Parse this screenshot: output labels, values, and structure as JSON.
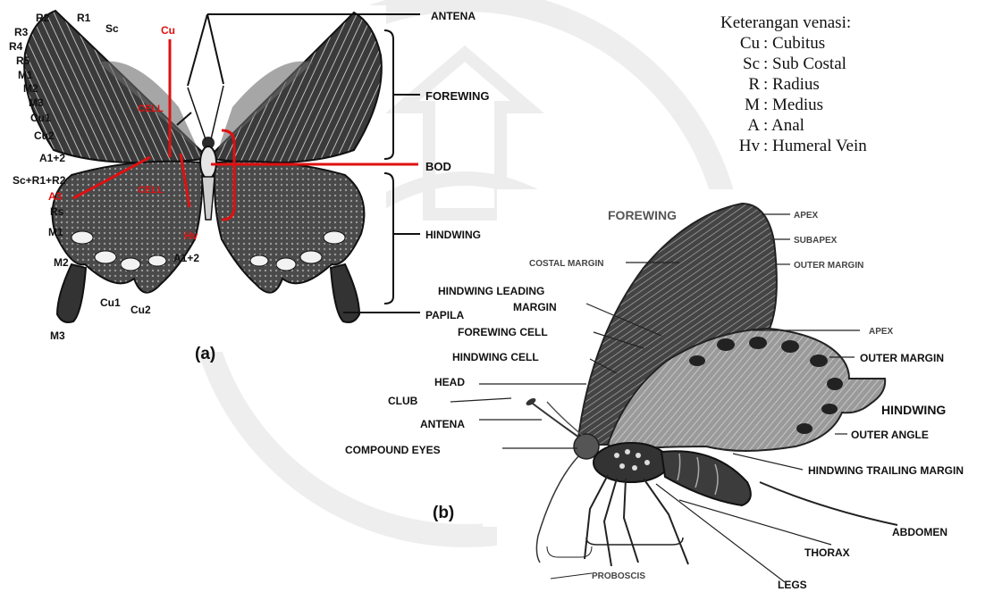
{
  "panel_a": {
    "caption": "(a)",
    "venation_left": [
      "R2",
      "R1",
      "Sc",
      "R3",
      "R4",
      "R5",
      "M1",
      "M2",
      "M3",
      "Cu1",
      "Cu2",
      "A1+2",
      "Sc+R1+R2",
      "A3",
      "Rs",
      "M1",
      "M2",
      "Cu1",
      "Cu2",
      "M3",
      "A1+2"
    ],
    "cu_label": "Cu",
    "cell_fore": "CELL",
    "cell_hind": "CELL",
    "hv_label": "Hv",
    "parts": {
      "antena": "ANTENA",
      "forewing": "FOREWING",
      "body": "BOD",
      "hindwing": "HINDWING",
      "papila": "PAPILA"
    }
  },
  "legend": {
    "title": "Keterangan venasi:",
    "items": [
      {
        "code": "Cu",
        "name": ": Cubitus"
      },
      {
        "code": "Sc",
        "name": ": Sub Costal"
      },
      {
        "code": "R",
        "name": ": Radius"
      },
      {
        "code": "M",
        "name": ": Medius"
      },
      {
        "code": "A",
        "name": ": Anal"
      },
      {
        "code": "Hv",
        "name": ": Humeral Vein"
      }
    ]
  },
  "panel_b": {
    "caption": "(b)",
    "forewing": "FOREWING",
    "apex": "APEX",
    "subapex": "SUBAPEX",
    "outer_margin": "OUTER MARGIN",
    "costal_margin": "COSTAL MARGIN",
    "hindwing_leading_1": "HINDWING LEADING",
    "hindwing_leading_2": "MARGIN",
    "forewing_cell": "FOREWING CELL",
    "apex2": "APEX",
    "outer_margin2": "OUTER MARGIN",
    "hindwing_cell": "HINDWING CELL",
    "head": "HEAD",
    "club": "CLUB",
    "hindwing": "HINDWING",
    "antena": "ANTENA",
    "outer_angle": "OUTER ANGLE",
    "compound_eyes": "COMPOUND EYES",
    "hindwing_trailing": "HINDWING TRAILING MARGIN",
    "abdomen": "ABDOMEN",
    "thorax": "THORAX",
    "proboscis": "PROBOSCIS",
    "legs": "LEGS"
  }
}
